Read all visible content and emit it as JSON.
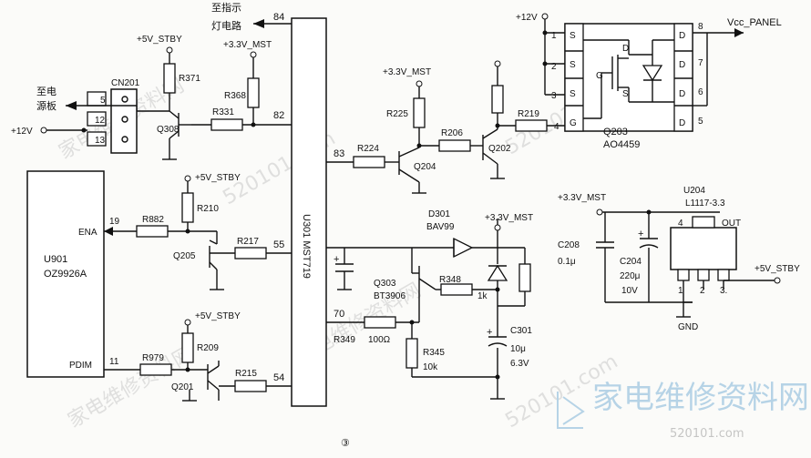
{
  "labels": {
    "to_indicator": "至指示",
    "to_indicator_2": "灯电路",
    "pin84": "84",
    "plus5v_stby_1": "+5V_STBY",
    "plus33_mst_1": "+3.3V_MST",
    "to_power": "至电",
    "to_power_2": "源板",
    "cn201": "CN201",
    "pin5": "5",
    "pin12": "12",
    "pin13": "13",
    "plus12v_left": "+12V",
    "r371": "R371",
    "r368": "R368",
    "r331": "R331",
    "q308": "Q308",
    "pin82": "82",
    "u301": "U301 MST719",
    "pin83": "83",
    "r224": "R224",
    "q204": "Q204",
    "plus33_mst_2": "+3.3V_MST",
    "r225": "R225",
    "r206": "R206",
    "q202": "Q202",
    "r219": "R219",
    "plus12v_top": "+12V",
    "q203": "Q203",
    "ao4459": "AO4459",
    "vcc_panel": "Vcc_PANEL",
    "mos_pin1": "1",
    "mos_pin2": "2",
    "mos_pin3": "3",
    "mos_pin4": "4",
    "mos_pin5": "5",
    "mos_pin6": "6",
    "mos_pin7": "7",
    "mos_pin8": "8",
    "s": "S",
    "d": "D",
    "g": "G",
    "u901": "U901",
    "oz9926a": "OZ9926A",
    "ena": "ENA",
    "pin19": "19",
    "r882": "R882",
    "plus5v_stby_2": "+5V_STBY",
    "r210": "R210",
    "q205": "Q205",
    "r217": "R217",
    "pin55": "55",
    "d301": "D301",
    "bav99": "BAV99",
    "plus33_mst_3": "+3.3V_MST",
    "q303": "Q303",
    "bt3906": "BT3906",
    "r348": "R348",
    "r348_val": "1k",
    "pin70": "70",
    "r349": "R349",
    "r349_val": "100Ω",
    "r345": "R345",
    "r345_val": "10k",
    "c301": "C301",
    "c301_val": "10μ",
    "c301_v": "6.3V",
    "plus5v_stby_3": "+5V_STBY",
    "r209": "R209",
    "pdim": "PDIM",
    "pin11": "11",
    "r979": "R979",
    "q201": "Q201",
    "r215": "R215",
    "pin54": "54",
    "plus33_mst_4": "+3.3V_MST",
    "u204": "U204",
    "l1117": "L1117-3.3",
    "out": "OUT",
    "reg_pin4": "4",
    "c208": "C208",
    "c208_val": "0.1μ",
    "c204": "C204",
    "c204_val": "220μ",
    "c204_v": "10V",
    "reg_pin1": "1",
    "reg_pin2": "2",
    "reg_pin3": "3.",
    "plus5v_stby_4": "+5V_STBY",
    "gnd": "GND",
    "figure_no": "③"
  },
  "watermark": {
    "cn": "家电维修资料网",
    "url": "520101.com"
  }
}
